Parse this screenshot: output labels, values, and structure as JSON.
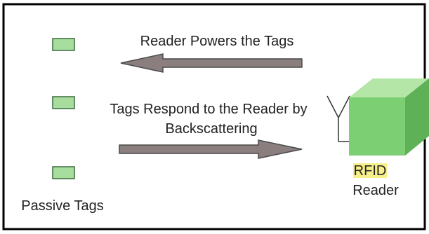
{
  "labels": {
    "powers": "Reader Powers the Tags",
    "respond_line1": "Tags Respond to the Reader by",
    "respond_line2": "Backscattering",
    "passive_tags": "Passive Tags",
    "rfid": "RFID",
    "reader": "Reader"
  },
  "colors": {
    "border": "#000000",
    "tag_fill": "#a8dda0",
    "tag_stroke": "#3a6b3a",
    "arrow_fill": "#8a7e7e",
    "arrow_stroke": "#4a4a4a",
    "cube_front": "#7ccf72",
    "cube_top": "#b4e6a8",
    "cube_side": "#5fb157",
    "highlight": "#f7f08a"
  },
  "icons": {
    "antenna": "antenna-icon",
    "reader_box": "rfid-reader-icon",
    "tag": "passive-tag-icon"
  }
}
